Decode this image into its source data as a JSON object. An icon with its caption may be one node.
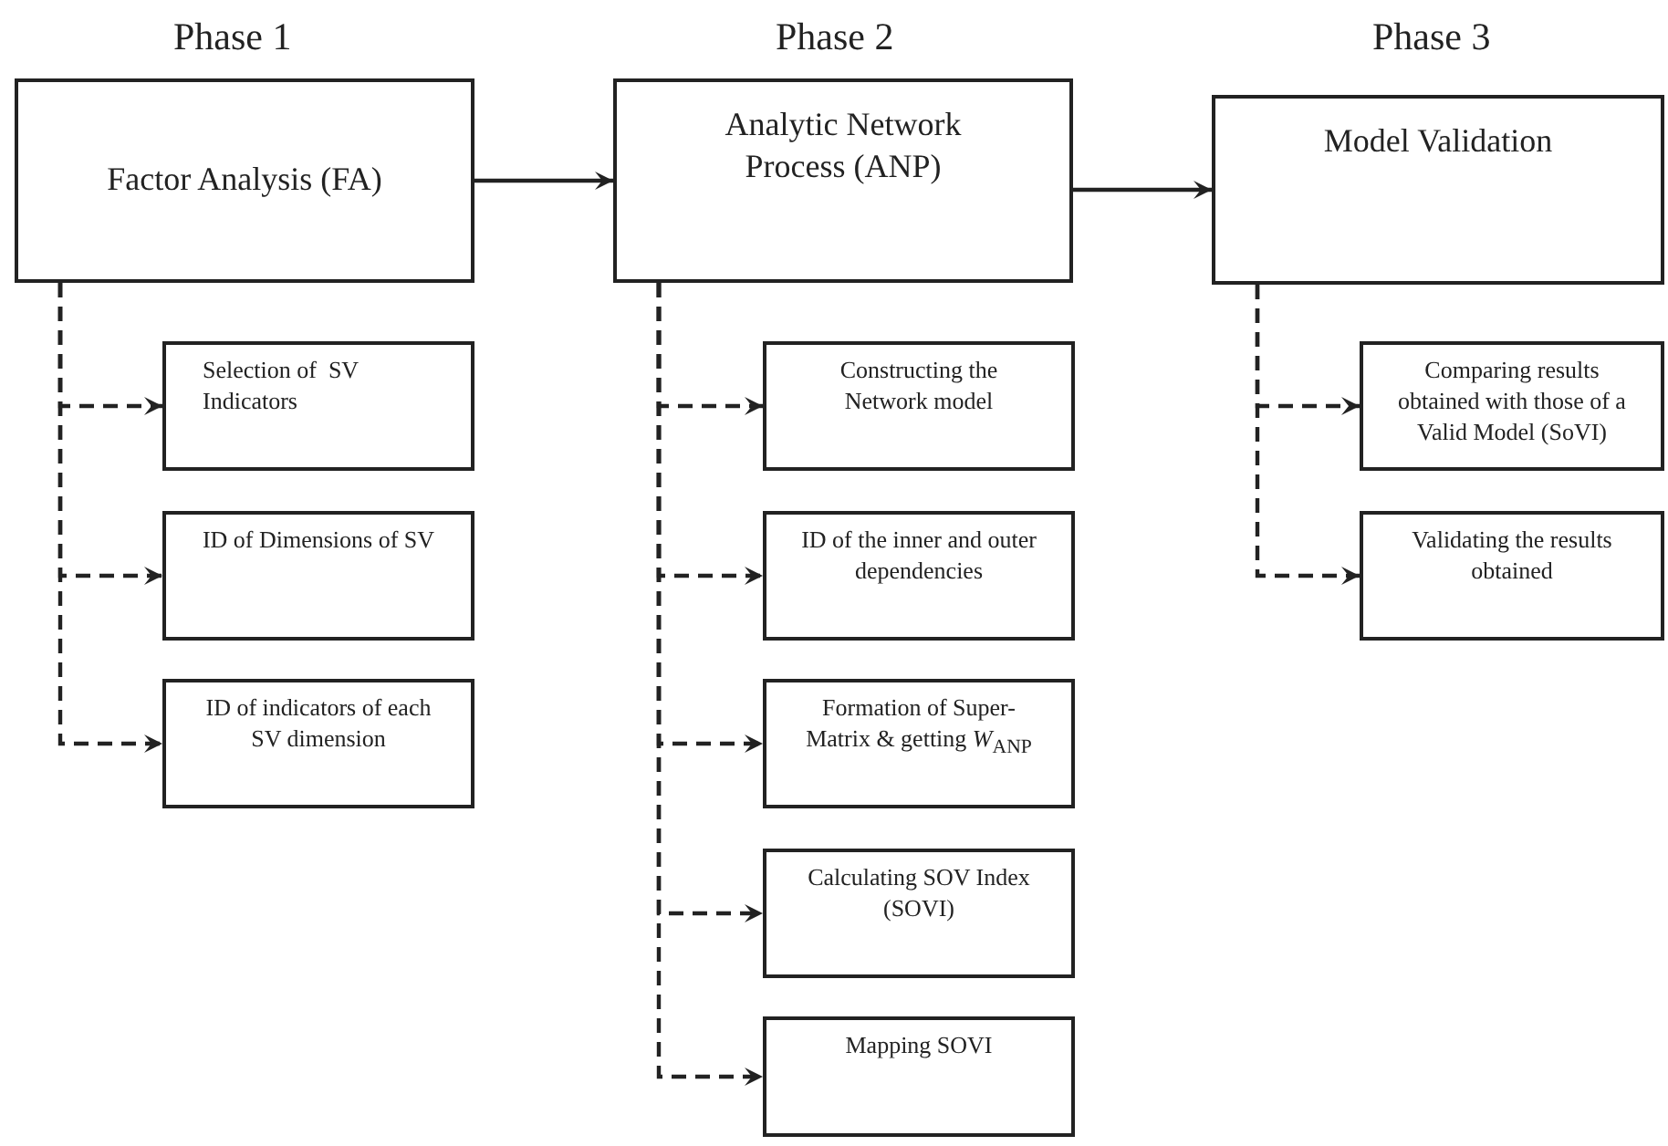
{
  "diagram": {
    "nodes": [
      {
        "text": [
          "Factor Analysis (FA)"
        ]
      },
      {
        "text": [
          "Analytic Network Process (ANP)"
        ]
      },
      {
        "text": [
          "Model Validation"
        ]
      },
      {
        "text": [
          "Selection of  SV Indicators"
        ]
      },
      {
        "text": [
          "ID of Dimensions of SV"
        ]
      },
      {
        "text": [
          "ID of indicators of each SV dimension"
        ]
      },
      {
        "text": [
          "Constructing the Network model"
        ]
      },
      {
        "text": [
          "ID of the inner and outer dependencies"
        ]
      },
      {
        "text": [
          "Formation of Super-Matrix & getting *W*$_{ANP}$"
        ]
      },
      {
        "text": [
          "Calculating SOV Index (SOVI)"
        ]
      },
      {
        "text": [
          "Mapping SOVI"
        ]
      },
      {
        "text": [
          "Comparing results obtained with those of a Valid Model (SoVI)"
        ]
      },
      {
        "text": [
          "Validating the results obtained"
        ]
      }
    ],
    "edges": [
      {
        "from": 0,
        "to": 1,
        "arrow": "to"
      },
      {
        "from": 1,
        "to": 2,
        "arrow": "to"
      },
      {
        "from": 0,
        "to": 3,
        "arrow": "to",
        "style": "dashed"
      },
      {
        "from": 0,
        "to": 4,
        "arrow": "to",
        "style": "dashed"
      },
      {
        "from": 0,
        "to": 5,
        "arrow": "to",
        "style": "dashed"
      },
      {
        "from": 1,
        "to": 6,
        "arrow": "to",
        "style": "dashed"
      },
      {
        "from": 1,
        "to": 7,
        "arrow": "to",
        "style": "dashed"
      },
      {
        "from": 1,
        "to": 8,
        "arrow": "to",
        "style": "dashed"
      },
      {
        "from": 1,
        "to": 9,
        "arrow": "to",
        "style": "dashed"
      },
      {
        "from": 1,
        "to": 10,
        "arrow": "to",
        "style": "dashed"
      },
      {
        "from": 2,
        "to": 11,
        "arrow": "to",
        "style": "dashed"
      },
      {
        "from": 2,
        "to": 12,
        "arrow": "to",
        "style": "dashed"
      }
    ],
    "labels": [
      "Phase 1",
      "Phase 2",
      "Phase 3"
    ]
  }
}
